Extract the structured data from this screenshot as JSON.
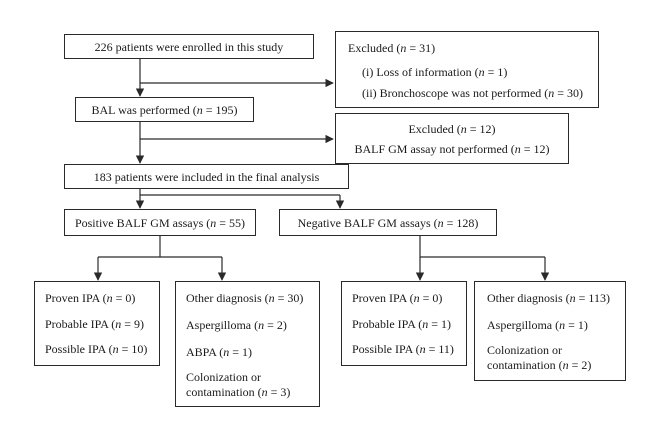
{
  "enrolled": "226 patients were enrolled in this study",
  "excluded1": {
    "title": "Excluded (n = 31)",
    "items": [
      "(i) Loss of information (n = 1)",
      "(ii) Bronchoscope was not performed (n = 30)"
    ]
  },
  "bal": "BAL was performed (n = 195)",
  "excluded2": {
    "title": "Excluded (n = 12)",
    "item": "BALF GM assay not performed (n = 12)"
  },
  "final": "183 patients were included in the final analysis",
  "positive": "Positive BALF GM assays (n = 55)",
  "negative": "Negative BALF GM assays (n = 128)",
  "pos_ipa": [
    "Proven IPA (n = 0)",
    "Probable IPA (n = 9)",
    "Possible IPA (n = 10)"
  ],
  "pos_other": {
    "title": "Other diagnosis (n = 30)",
    "items": [
      "Aspergilloma (n = 2)",
      "ABPA (n = 1)"
    ],
    "colonization": [
      "Colonization or",
      "contamination (n = 3)"
    ]
  },
  "neg_ipa": [
    "Proven IPA (n = 0)",
    "Probable IPA (n = 1)",
    "Possible IPA (n = 11)"
  ],
  "neg_other": {
    "title": "Other diagnosis (n = 113)",
    "items": [
      "Aspergilloma (n = 1)"
    ],
    "colonization": [
      "Colonization or",
      "contamination (n = 2)"
    ]
  }
}
